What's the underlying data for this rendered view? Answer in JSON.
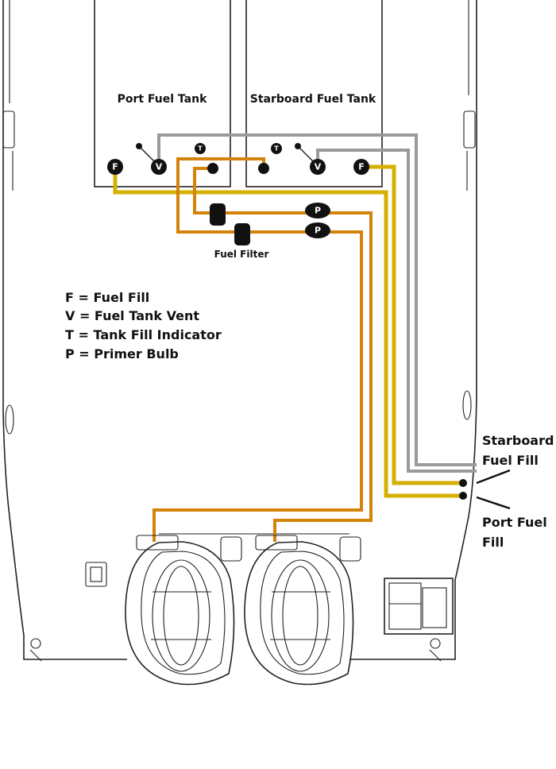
{
  "tanks": {
    "port": "Port Fuel Tank",
    "starboard": "Starboard Fuel Tank"
  },
  "nodes": {
    "fill": "F",
    "vent": "V",
    "indicator": "T",
    "primer": "P"
  },
  "labels": {
    "fuel_filter": "Fuel Filter",
    "starboard_fill_line1": "Starboard",
    "starboard_fill_line2": "Fuel Fill",
    "port_fill_line1": "Port Fuel",
    "port_fill_line2": "Fill"
  },
  "legend": [
    "F = Fuel Fill",
    "V = Fuel Tank Vent",
    "T = Tank Fill Indicator",
    "P = Primer Bulb"
  ],
  "colors": {
    "fuel_fill_line": "#d4b000",
    "fuel_supply_line": "#d4820a",
    "vent_line": "#9a9a9a",
    "outline": "#222222"
  }
}
